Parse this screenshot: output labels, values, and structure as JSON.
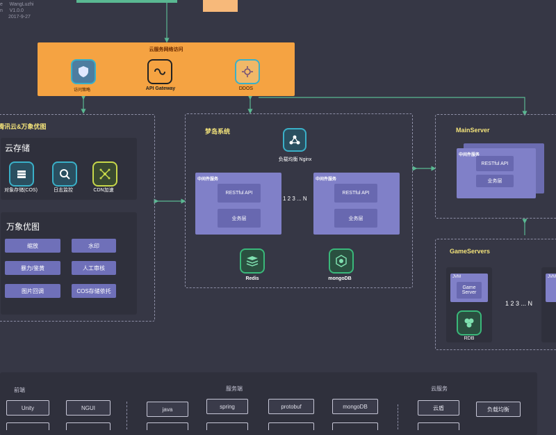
{
  "meta": {
    "line1_label": "e",
    "line1_value": "WangLuzhi",
    "line2_label": "n",
    "line2_value": "V1.0.0",
    "line3_value": "2017-9-27"
  },
  "cloud": {
    "title": "云服务网络访问",
    "access_policy": "访问策略",
    "gateway": "API Gateway",
    "ddos": "DDOS"
  },
  "tencent": {
    "title": "腾讯云&万象优图",
    "storage": {
      "title": "云存储",
      "items": [
        "对象存储(COS)",
        "日志监控",
        "CDN加速"
      ]
    },
    "imaging": {
      "title": "万象优图",
      "items": [
        "缩放",
        "水印",
        "暴力/鉴黄",
        "人工审核",
        "图片回调",
        "COS存储依托"
      ]
    }
  },
  "dream": {
    "title": "梦岛系统",
    "lb": "负载均衡 Nginx",
    "middleware_label": "中间件服务",
    "restful": "RESTful API",
    "business": "业务层",
    "sequence": "1 2 3 ... N",
    "redis": "Redis",
    "mongodb": "mongoDB"
  },
  "main_server": {
    "title": "MainServer",
    "middleware_label": "中间件服务",
    "restful": "RESTful API",
    "business": "业务层"
  },
  "game_servers": {
    "title": "GameServers",
    "jvm": "JVM",
    "game_server": "Game Server",
    "rdb": "RDB",
    "sequence": "1 2 3 ... N",
    "jvm_partial": "JVM"
  },
  "tech": {
    "frontend": {
      "title": "前端",
      "items": [
        "Unity",
        "NGUI"
      ]
    },
    "backend": {
      "title": "服务端",
      "items": [
        "java",
        "spring",
        "protobuf",
        "mongoDB"
      ]
    },
    "cloud_services": {
      "title": "云服务",
      "items": [
        "云盾",
        "负载均衡"
      ]
    }
  },
  "colors": {
    "background": "#363745",
    "accent_orange": "#f5a342",
    "accent_purple": "#8080c8",
    "connector_green": "#5ab892",
    "title_yellow": "#f2e27a"
  }
}
